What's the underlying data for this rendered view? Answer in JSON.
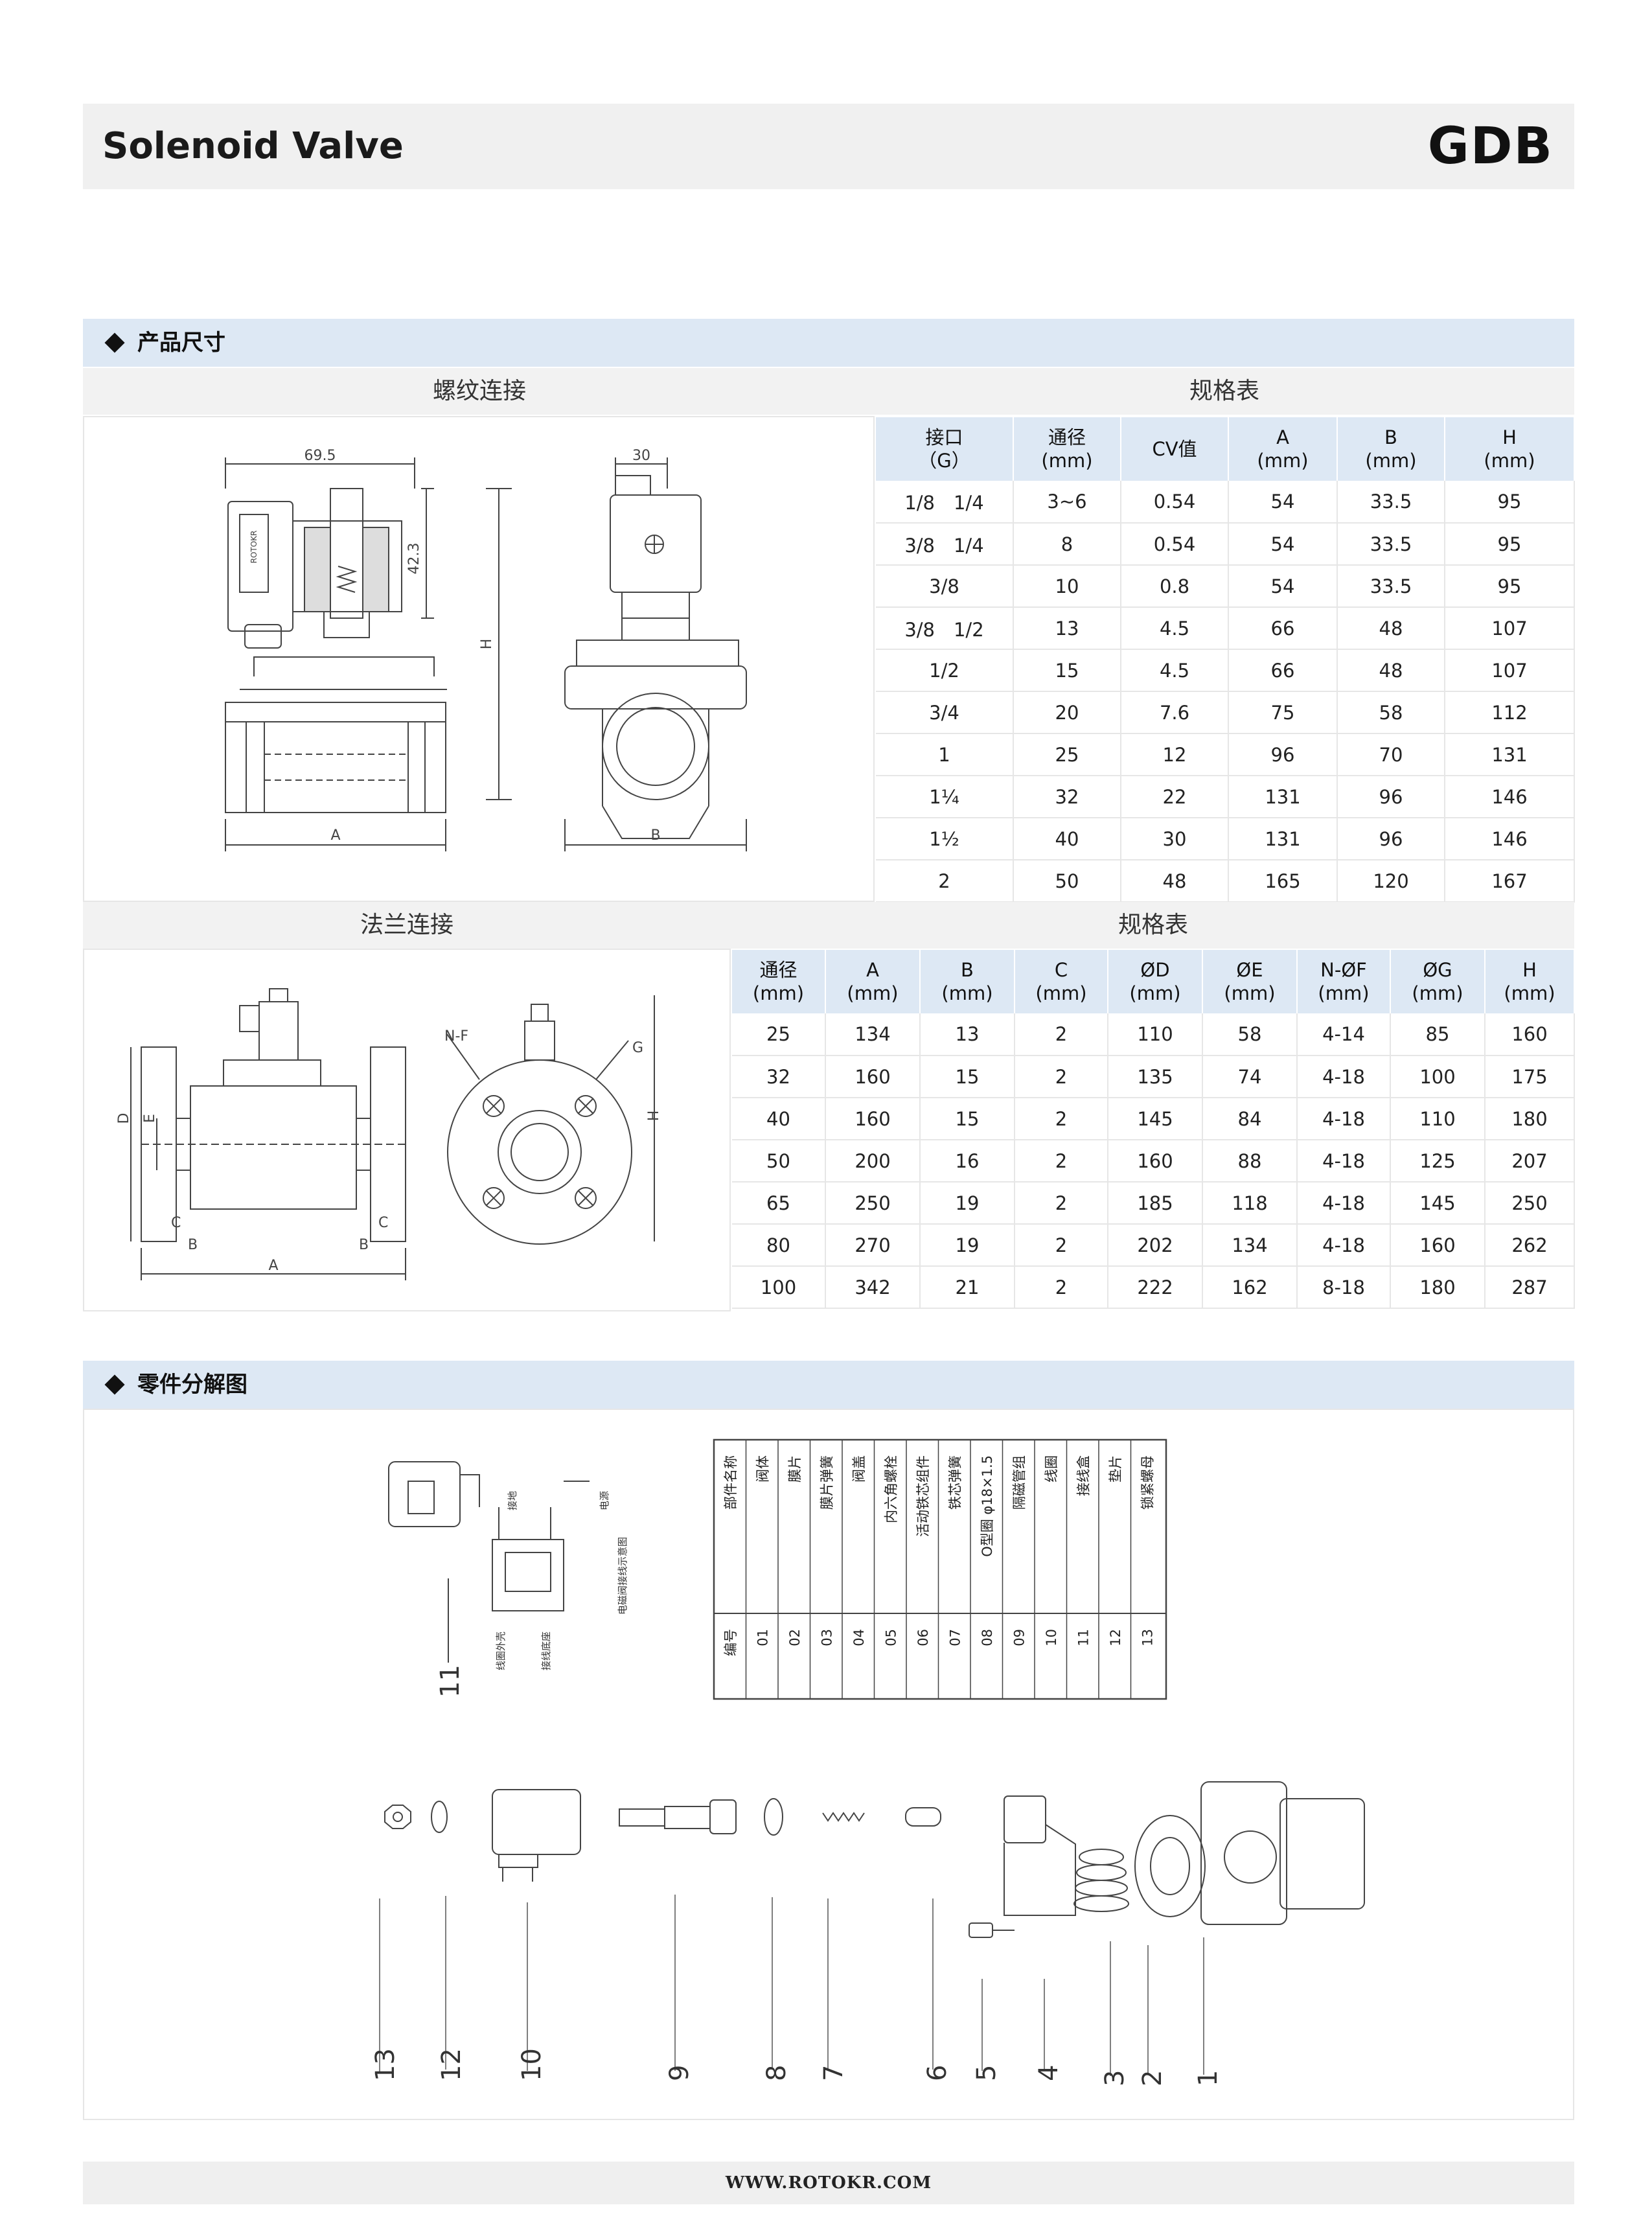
{
  "header": {
    "title": "Solenoid Valve",
    "model": "GDB"
  },
  "dimensions_section": {
    "title": "产品尺寸",
    "threaded": {
      "label": "螺纹连接",
      "table_title": "规格表",
      "drawing_labels": {
        "width_top": "69.5",
        "height_coil": "42.3",
        "height_total": "H",
        "length": "A",
        "side_width": "30",
        "side_base": "B",
        "logo": "ROTOKR"
      },
      "columns": [
        {
          "line1": "接口",
          "line2": "（G）"
        },
        {
          "line1": "通径",
          "line2": "(mm)"
        },
        {
          "line1": "CV值",
          "line2": ""
        },
        {
          "line1": "A",
          "line2": "(mm)"
        },
        {
          "line1": "B",
          "line2": "(mm)"
        },
        {
          "line1": "H",
          "line2": "(mm)"
        }
      ],
      "rows": [
        [
          "1/8　1/4",
          "3~6",
          "0.54",
          "54",
          "33.5",
          "95"
        ],
        [
          "3/8　1/4",
          "8",
          "0.54",
          "54",
          "33.5",
          "95"
        ],
        [
          "3/8",
          "10",
          "0.8",
          "54",
          "33.5",
          "95"
        ],
        [
          "3/8　1/2",
          "13",
          "4.5",
          "66",
          "48",
          "107"
        ],
        [
          "1/2",
          "15",
          "4.5",
          "66",
          "48",
          "107"
        ],
        [
          "3/4",
          "20",
          "7.6",
          "75",
          "58",
          "112"
        ],
        [
          "1",
          "25",
          "12",
          "96",
          "70",
          "131"
        ],
        [
          "1¼",
          "32",
          "22",
          "131",
          "96",
          "146"
        ],
        [
          "1½",
          "40",
          "30",
          "131",
          "96",
          "146"
        ],
        [
          "2",
          "50",
          "48",
          "165",
          "120",
          "167"
        ]
      ]
    },
    "flanged": {
      "label": "法兰连接",
      "table_title": "规格表",
      "drawing_labels": {
        "nf": "N-F",
        "g": "G",
        "h": "H",
        "d": "D",
        "e": "E",
        "c": "C",
        "b": "B",
        "a": "A"
      },
      "columns": [
        {
          "line1": "通径",
          "line2": "(mm)"
        },
        {
          "line1": "A",
          "line2": "(mm)"
        },
        {
          "line1": "B",
          "line2": "(mm)"
        },
        {
          "line1": "C",
          "line2": "(mm)"
        },
        {
          "line1": "ØD",
          "line2": "(mm)"
        },
        {
          "line1": "ØE",
          "line2": "(mm)"
        },
        {
          "line1": "N-ØF",
          "line2": "(mm)"
        },
        {
          "line1": "ØG",
          "line2": "(mm)"
        },
        {
          "line1": "H",
          "line2": "(mm)"
        }
      ],
      "rows": [
        [
          "25",
          "134",
          "13",
          "2",
          "110",
          "58",
          "4-14",
          "85",
          "160"
        ],
        [
          "32",
          "160",
          "15",
          "2",
          "135",
          "74",
          "4-18",
          "100",
          "175"
        ],
        [
          "40",
          "160",
          "15",
          "2",
          "145",
          "84",
          "4-18",
          "110",
          "180"
        ],
        [
          "50",
          "200",
          "16",
          "2",
          "160",
          "88",
          "4-18",
          "125",
          "207"
        ],
        [
          "65",
          "250",
          "19",
          "2",
          "185",
          "118",
          "4-18",
          "145",
          "250"
        ],
        [
          "80",
          "270",
          "19",
          "2",
          "202",
          "134",
          "4-18",
          "160",
          "262"
        ],
        [
          "100",
          "342",
          "21",
          "2",
          "222",
          "162",
          "8-18",
          "180",
          "287"
        ]
      ]
    }
  },
  "parts_section": {
    "title": "零件分解图",
    "parts_table": {
      "name_header": "部件名称",
      "number_header": "编号",
      "parts": [
        {
          "name": "阀体",
          "no": "01"
        },
        {
          "name": "膜片",
          "no": "02"
        },
        {
          "name": "膜片弹簧",
          "no": "03"
        },
        {
          "name": "阀盖",
          "no": "04"
        },
        {
          "name": "内六角螺栓",
          "no": "05"
        },
        {
          "name": "活动铁芯组件",
          "no": "06"
        },
        {
          "name": "铁芯弹簧",
          "no": "07"
        },
        {
          "name": "O型圈 φ18×1.5",
          "no": "08"
        },
        {
          "name": "隔磁管组",
          "no": "09"
        },
        {
          "name": "线圈",
          "no": "10"
        },
        {
          "name": "接线盒",
          "no": "11"
        },
        {
          "name": "垫片",
          "no": "12"
        },
        {
          "name": "锁紧螺母",
          "no": "13"
        }
      ]
    },
    "wiring_labels": {
      "ground": "接地",
      "power": "电源",
      "diagram": "电磁阀接线示意图",
      "coil_outer": "线圈外壳",
      "terminal_base": "接线底座"
    },
    "exploded_numbers": [
      "13",
      "12",
      "10",
      "9",
      "8",
      "7",
      "6",
      "5",
      "4",
      "3",
      "2",
      "1"
    ],
    "junction_box_number": "11"
  },
  "footer": {
    "url": "WWW.ROTOKR.COM"
  }
}
